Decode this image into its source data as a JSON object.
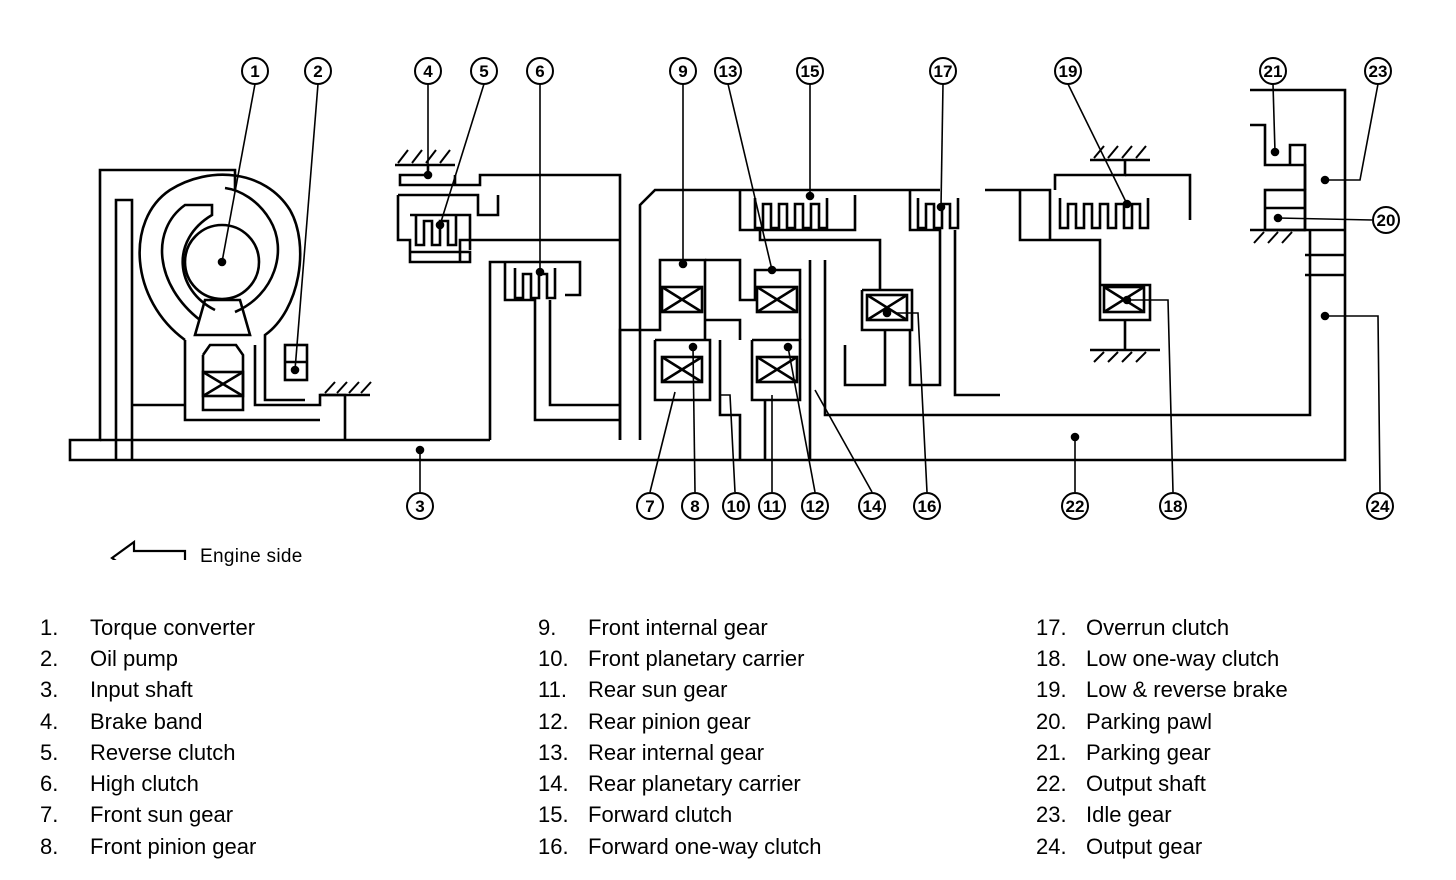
{
  "engine_side_label": "Engine side",
  "callouts": [
    "1",
    "2",
    "3",
    "4",
    "5",
    "6",
    "7",
    "8",
    "9",
    "10",
    "11",
    "12",
    "13",
    "14",
    "15",
    "16",
    "17",
    "18",
    "19",
    "20",
    "21",
    "22",
    "23",
    "24"
  ],
  "legend": {
    "col1": [
      {
        "num": "1.",
        "label": "Torque converter"
      },
      {
        "num": "2.",
        "label": "Oil pump"
      },
      {
        "num": "3.",
        "label": "Input shaft"
      },
      {
        "num": "4.",
        "label": "Brake band"
      },
      {
        "num": "5.",
        "label": "Reverse clutch"
      },
      {
        "num": "6.",
        "label": "High clutch"
      },
      {
        "num": "7.",
        "label": "Front sun gear"
      },
      {
        "num": "8.",
        "label": "Front pinion gear"
      }
    ],
    "col2": [
      {
        "num": "9.",
        "label": "Front internal gear"
      },
      {
        "num": "10.",
        "label": "Front planetary carrier"
      },
      {
        "num": "11.",
        "label": "Rear sun gear"
      },
      {
        "num": "12.",
        "label": "Rear pinion gear"
      },
      {
        "num": "13.",
        "label": "Rear internal gear"
      },
      {
        "num": "14.",
        "label": "Rear planetary carrier"
      },
      {
        "num": "15.",
        "label": "Forward clutch"
      },
      {
        "num": "16.",
        "label": "Forward one-way clutch"
      }
    ],
    "col3": [
      {
        "num": "17.",
        "label": "Overrun clutch"
      },
      {
        "num": "18.",
        "label": "Low one-way clutch"
      },
      {
        "num": "19.",
        "label": "Low & reverse brake"
      },
      {
        "num": "20.",
        "label": "Parking pawl"
      },
      {
        "num": "21.",
        "label": "Parking gear"
      },
      {
        "num": "22.",
        "label": "Output shaft"
      },
      {
        "num": "23.",
        "label": "Idle gear"
      },
      {
        "num": "24.",
        "label": "Output gear"
      }
    ]
  }
}
